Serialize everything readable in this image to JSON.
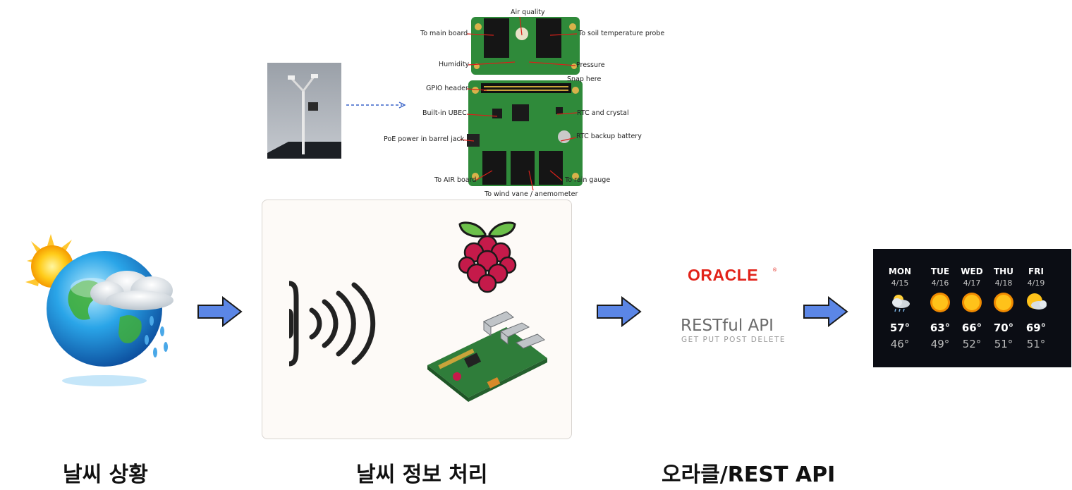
{
  "stages": [
    {
      "label": "날씨 상황"
    },
    {
      "label": "날씨 정보 처리"
    },
    {
      "label": "오라클/REST API"
    }
  ],
  "board": {
    "labels": {
      "air_quality": "Air quality",
      "to_main_board": "To main board",
      "to_soil_probe": "To soil temperature probe",
      "humidity": "Humidity",
      "pressure": "Pressure",
      "snap_here": "Snap here",
      "gpio_header": "GPIO header",
      "builtin_ubec": "Built-in UBEC",
      "rtc_crystal": "RTC and crystal",
      "poe_power": "PoE power in barrel jack",
      "rtc_battery": "RTC backup battery",
      "to_air_board": "To AIR board",
      "to_rain_gauge": "To rain gauge",
      "to_wind_vane": "To wind vane / anemometer"
    }
  },
  "api": {
    "oracle_logo": "ORACLE",
    "rest_title": "RESTful API",
    "rest_methods": "GET  PUT  POST  DELETE"
  },
  "forecast": [
    {
      "day": "MON",
      "date": "4/15",
      "high": "57°",
      "low": "46°",
      "icon": "cloudy-rain-icon"
    },
    {
      "day": "TUE",
      "date": "4/16",
      "high": "63°",
      "low": "49°",
      "icon": "sun-icon"
    },
    {
      "day": "WED",
      "date": "4/17",
      "high": "66°",
      "low": "52°",
      "icon": "sun-icon"
    },
    {
      "day": "THU",
      "date": "4/18",
      "high": "70°",
      "low": "51°",
      "icon": "sun-icon"
    },
    {
      "day": "FRI",
      "date": "4/19",
      "high": "69°",
      "low": "51°",
      "icon": "partly-cloudy-icon"
    }
  ],
  "colors": {
    "arrow_fill": "#5b86e6",
    "arrow_stroke": "#1a1a1a",
    "oracle_red": "#e2231a",
    "pcb_green": "#2f8a3a",
    "raspberry_red": "#c51a4a",
    "leaf_green": "#6cc04a"
  }
}
